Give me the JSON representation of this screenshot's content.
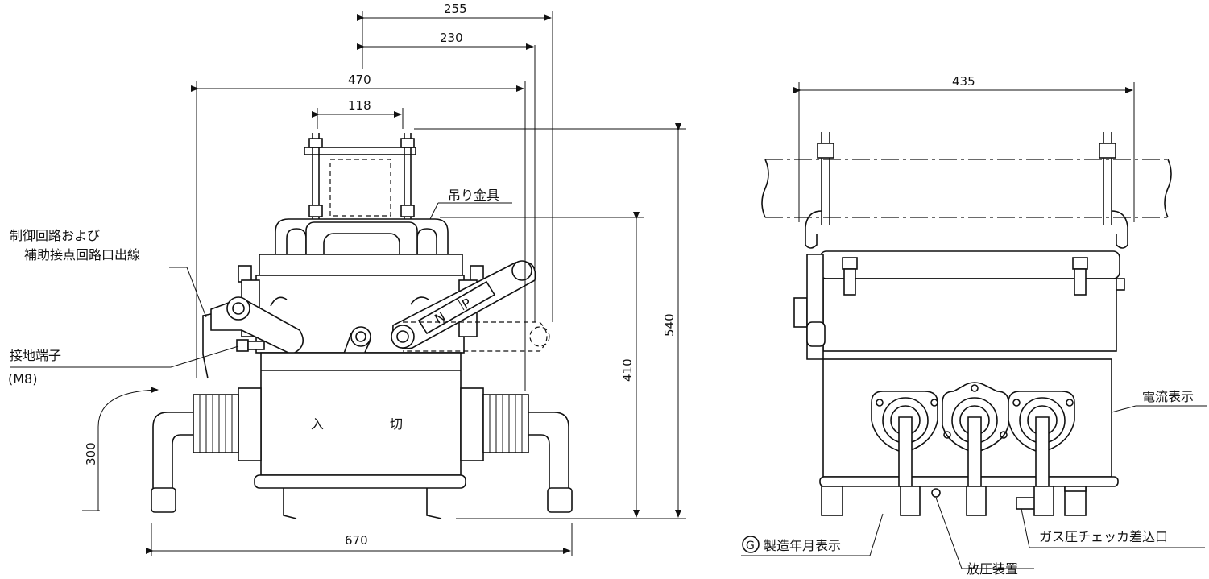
{
  "dimensions": {
    "d255": "255",
    "d230": "230",
    "d470": "470",
    "d118": "118",
    "d540": "540",
    "d410": "410",
    "d300": "300",
    "d670": "670",
    "d435": "435"
  },
  "labels": {
    "lifting": "吊り金具",
    "control_1": "制御回路および",
    "control_2": "補助接点回路口出線",
    "ground_1": "接地端子",
    "ground_2": "(M8)",
    "on": "入",
    "off": "切",
    "n": "N",
    "p": "P",
    "current": "電流表示",
    "gas": "ガス圧チェッカ差込口",
    "mfg_mark": "G",
    "mfg": "製造年月表示",
    "relief": "放圧装置"
  }
}
